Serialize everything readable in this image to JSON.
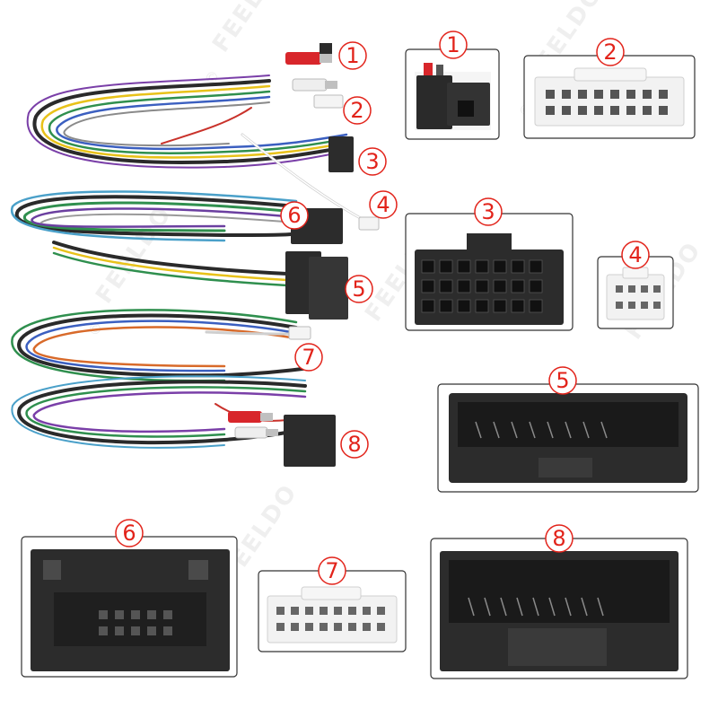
{
  "watermark": {
    "brand": "FEELDO",
    "copyright": "©"
  },
  "callouts": [
    "1",
    "2",
    "3",
    "4",
    "5",
    "6",
    "7",
    "8"
  ],
  "colors": {
    "callout_red": "#e2231a",
    "connector_black": "#2c2c2c",
    "connector_white": "#f2f2f2",
    "rca_red": "#d8262b",
    "rca_white": "#eeeeee",
    "panel_border": "#333333"
  }
}
